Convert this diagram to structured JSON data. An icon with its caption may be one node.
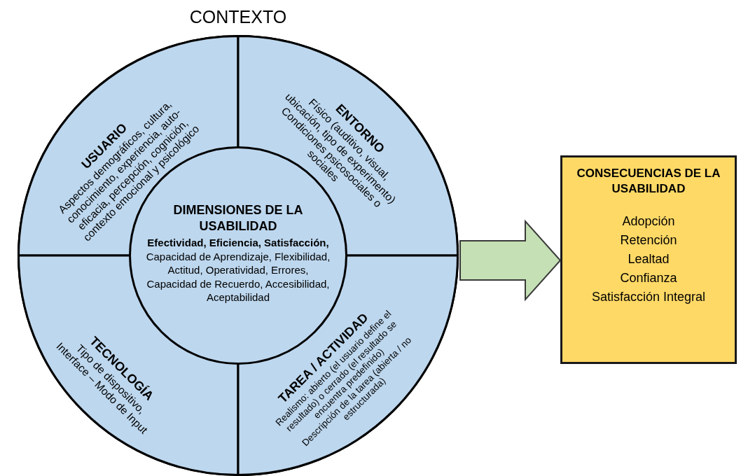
{
  "diagram": {
    "nodes": [
      {
        "text": [
          "CONTEXTO"
        ]
      },
      {
        "text": [
          "USUARIO",
          "Aspectos demográficos, cultura, conocimiento, experiencia, auto-eficacia, percepción, cognición, contexto emocional y psicológico"
        ],
        "in": 0
      },
      {
        "text": [
          "ENTORNO",
          "Físico (auditivo, visual, ubicación, tipo de experimento)",
          "Condiciones psicosociales o sociales"
        ],
        "in": 0
      },
      {
        "text": [
          "DIMENSIONES DE LA USABILIDAD",
          "**Efectividad, Eficiencia, Satisfacción,** Capacidad de Aprendizaje, Flexibilidad, Actitud, Operatividad, Errores, Capacidad de Recuerdo, Accesibilidad, Aceptabilidad"
        ],
        "in": 0
      },
      {
        "text": [
          "TECNOLOGÍA",
          "Tipo de dispositivo, Interface – Modo de Input"
        ],
        "in": 0
      },
      {
        "text": [
          "TAREA / ACTIVIDAD",
          "Realismo: abierto (el usuario define el resultado) o cerrado (el resultado se encuentra predefinido)",
          "Descripción de la tarea (abierta / no estructurada)"
        ],
        "in": 0
      },
      {
        "text": [
          "CONSECUENCIAS DE LA USABILIDAD",
          "Adopción",
          "Retención",
          "Lealtad",
          "Confianza",
          "Satisfacción Integral"
        ]
      }
    ],
    "edges": [
      {
        "from": 0,
        "to": 6,
        "arrow": "to"
      }
    ]
  }
}
